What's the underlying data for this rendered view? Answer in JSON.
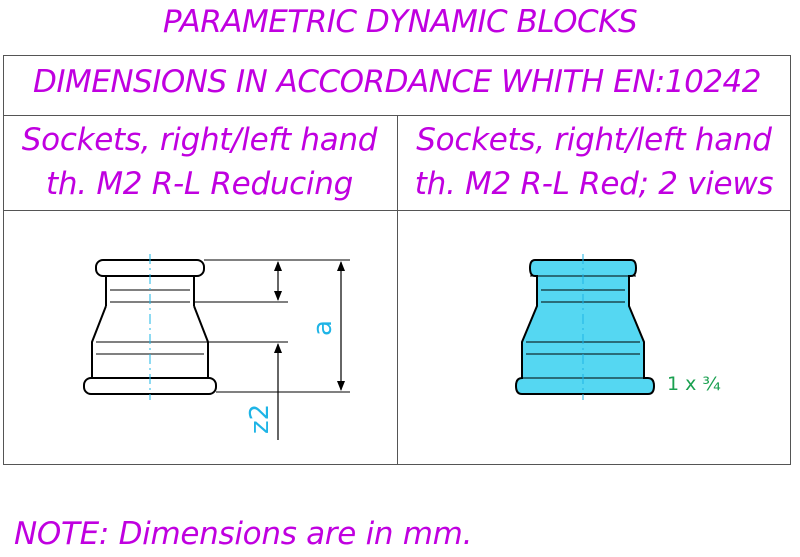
{
  "title": "PARAMETRIC DYNAMIC BLOCKS",
  "subtitle": "DIMENSIONS IN ACCORDANCE WHITH EN:10242",
  "columns": [
    {
      "heading_line1": "Sockets, right/left hand",
      "heading_line2": "th. M2 R-L Reducing",
      "dimension_labels": [
        "a",
        "z2"
      ]
    },
    {
      "heading_line1": "Sockets, right/left hand",
      "heading_line2": "th. M2 R-L Red; 2 views",
      "size_label": "1 x ¾"
    }
  ],
  "note": "NOTE: Dimensions are in mm.",
  "colors": {
    "text": "#c000e0",
    "fill": "#55d7f2",
    "centerline": "#1eb4e6",
    "size_label": "#1aa050",
    "outline": "#000000"
  }
}
